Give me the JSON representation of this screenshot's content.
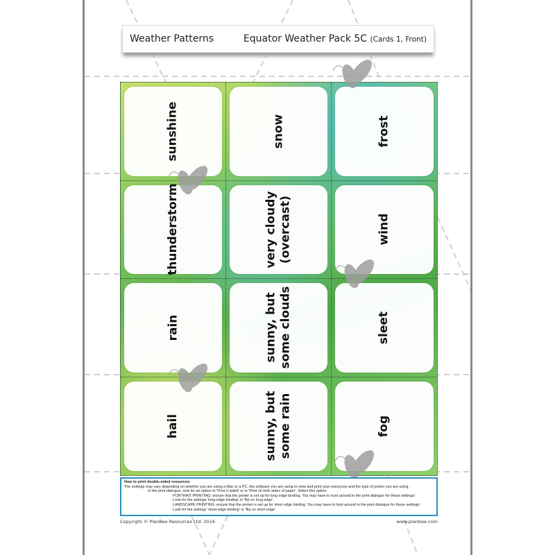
{
  "header": {
    "topic": "Weather Patterns",
    "pack_title": "Equator Weather Pack 5C",
    "pack_subtitle": "(Cards 1, Front)"
  },
  "cards": [
    {
      "label": "sunshine"
    },
    {
      "label": "snow"
    },
    {
      "label": "frost"
    },
    {
      "label": "thunderstorm"
    },
    {
      "label": "very cloudy\n(overcast)"
    },
    {
      "label": "wind"
    },
    {
      "label": "rain"
    },
    {
      "label": "sunny, but\nsome clouds"
    },
    {
      "label": "sleet"
    },
    {
      "label": "hail"
    },
    {
      "label": "sunny, but\nsome rain"
    },
    {
      "label": "fog"
    }
  ],
  "print_help": {
    "title": "How to print double-sided resources:",
    "line1": "The settings may vary depending on whether you are using a Mac or a PC, the software you are using to view and print your resources and the type of printer you are using.",
    "line2": "In the print dialogue, look for an option to 'Print 2-sided' or to 'Print on both sides of paper'. Select this option.",
    "line3": "PORTRAIT PRINTING: ensure that the printer is set up for long edge binding. You may have to hunt around in the print dialogue for these settings!",
    "line4": "Look for the settings 'long-edge binding' or 'flip on long edge'.",
    "line5": "LANDSCAPE PRINTING: ensure that the printer is set up for short edge binding. You may have to hunt around in the print dialogue for these settings!",
    "line6": "Look for the settings 'short-edge binding' or 'flip on short edge'."
  },
  "footer": {
    "copyright": "Copyright © PlanBee Resources Ltd. 2016",
    "website": "www.planbee.com"
  },
  "colors": {
    "help_border": "#2c8fbf",
    "card_bg_green": "#4ea94a",
    "card_bg_teal": "#41b7cf",
    "card_bg_lime": "#c7df6a"
  }
}
